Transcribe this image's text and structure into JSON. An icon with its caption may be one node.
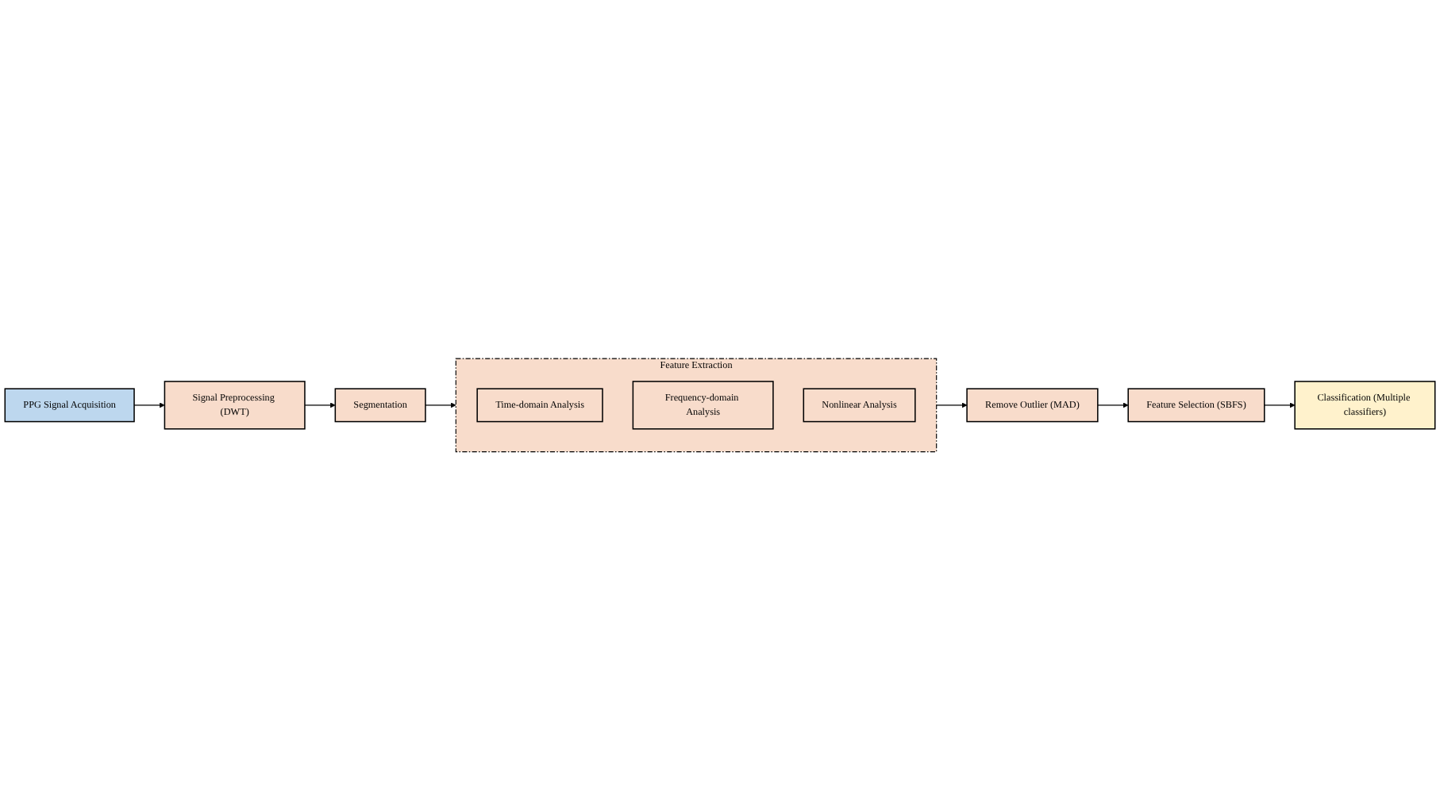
{
  "diagram": {
    "nodes": [
      {
        "text": [
          "PPG Signal Acquisition"
        ]
      },
      {
        "text": [
          "Signal Preprocessing (DWT)"
        ]
      },
      {
        "text": [
          "Segmentation"
        ]
      },
      {
        "text": [
          "Feature Extraction"
        ]
      },
      {
        "text": [
          "Time-domain Analysis"
        ],
        "in": 3
      },
      {
        "text": [
          "Frequency-domain Analysis"
        ],
        "in": 3
      },
      {
        "text": [
          "Nonlinear Analysis"
        ],
        "in": 3
      },
      {
        "text": [
          "Remove Outlier (MAD)"
        ]
      },
      {
        "text": [
          "Feature Selection (SBFS)"
        ]
      },
      {
        "text": [
          "Classification (Multiple classifiers)"
        ]
      }
    ],
    "edges": [
      {
        "from": 0,
        "to": 1,
        "arrow": "to"
      },
      {
        "from": 1,
        "to": 2,
        "arrow": "to"
      },
      {
        "from": 2,
        "to": 3,
        "arrow": "to"
      },
      {
        "from": 3,
        "to": 7,
        "arrow": "to"
      },
      {
        "from": 7,
        "to": 8,
        "arrow": "to"
      },
      {
        "from": 8,
        "to": 9,
        "arrow": "to"
      }
    ]
  }
}
